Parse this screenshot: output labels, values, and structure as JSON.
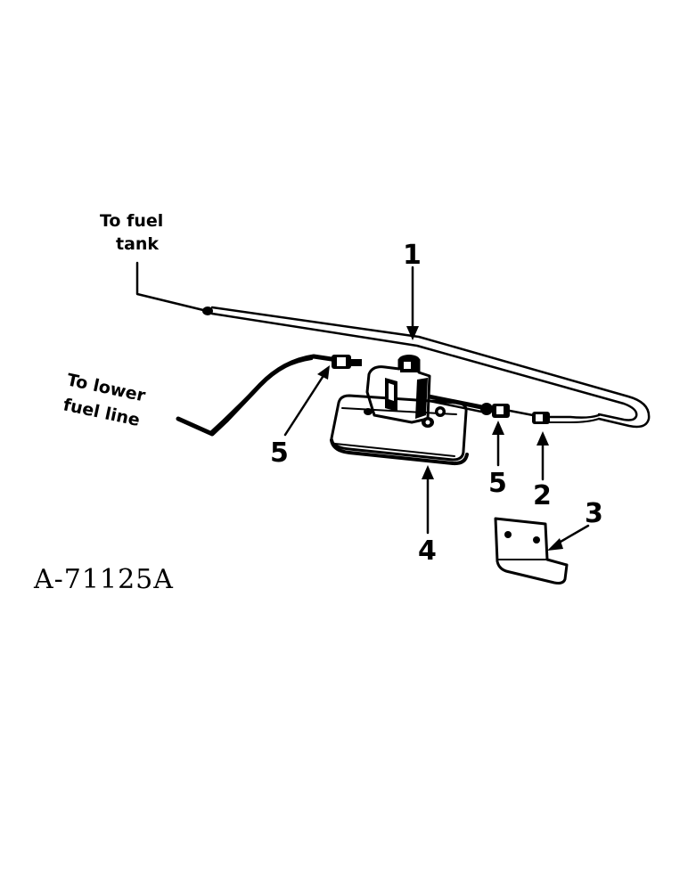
{
  "figure_id": "A-71125A",
  "notes": {
    "fuel_tank": [
      "To fuel",
      "tank"
    ],
    "lower_fuel_line": [
      "To lower",
      "fuel line"
    ]
  },
  "callouts": {
    "c1": "1",
    "c2": "2",
    "c3": "3",
    "c4": "4",
    "c5_left": "5",
    "c5_right": "5"
  }
}
